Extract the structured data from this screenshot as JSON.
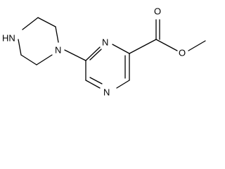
{
  "structure": {
    "atoms": {
      "piperazine_nh": "HN",
      "piperazine_n": "N",
      "pyrazine_n_top": "N",
      "pyrazine_n_bottom": "N",
      "carbonyl_o": "O",
      "ester_o": "O"
    },
    "colors": {
      "ink": "#000000",
      "background": "#ffffff"
    }
  }
}
